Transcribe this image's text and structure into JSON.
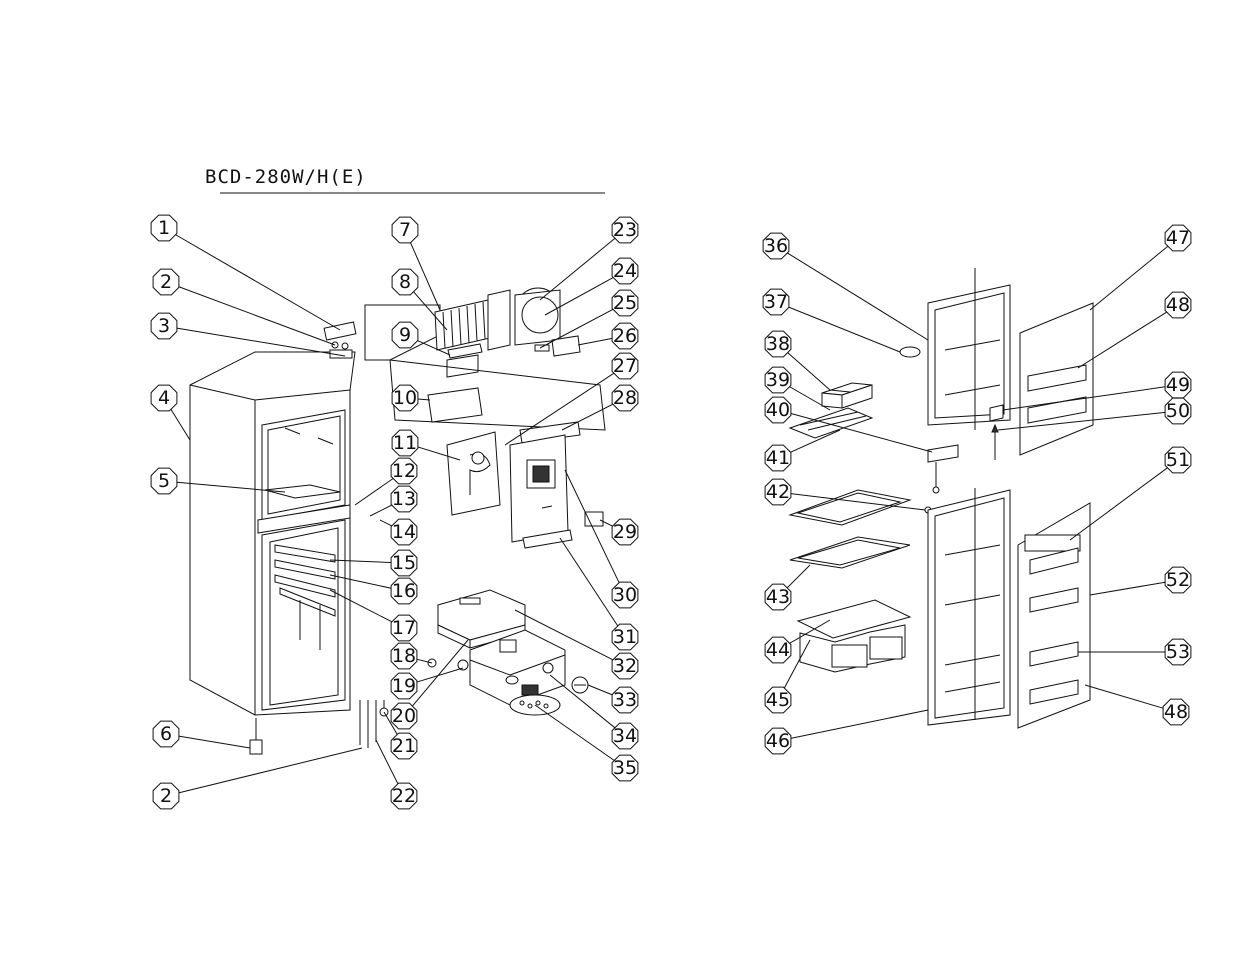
{
  "title": "BCD-280W/H(E)",
  "callouts": [
    "1",
    "2",
    "3",
    "4",
    "5",
    "6",
    "2",
    "7",
    "8",
    "9",
    "10",
    "11",
    "12",
    "13",
    "14",
    "15",
    "16",
    "17",
    "18",
    "19",
    "20",
    "21",
    "22",
    "23",
    "24",
    "25",
    "26",
    "27",
    "28",
    "29",
    "30",
    "31",
    "32",
    "33",
    "34",
    "35",
    "36",
    "37",
    "38",
    "39",
    "40",
    "41",
    "42",
    "43",
    "44",
    "45",
    "46",
    "47",
    "48",
    "49",
    "50",
    "51",
    "52",
    "53",
    "48"
  ]
}
